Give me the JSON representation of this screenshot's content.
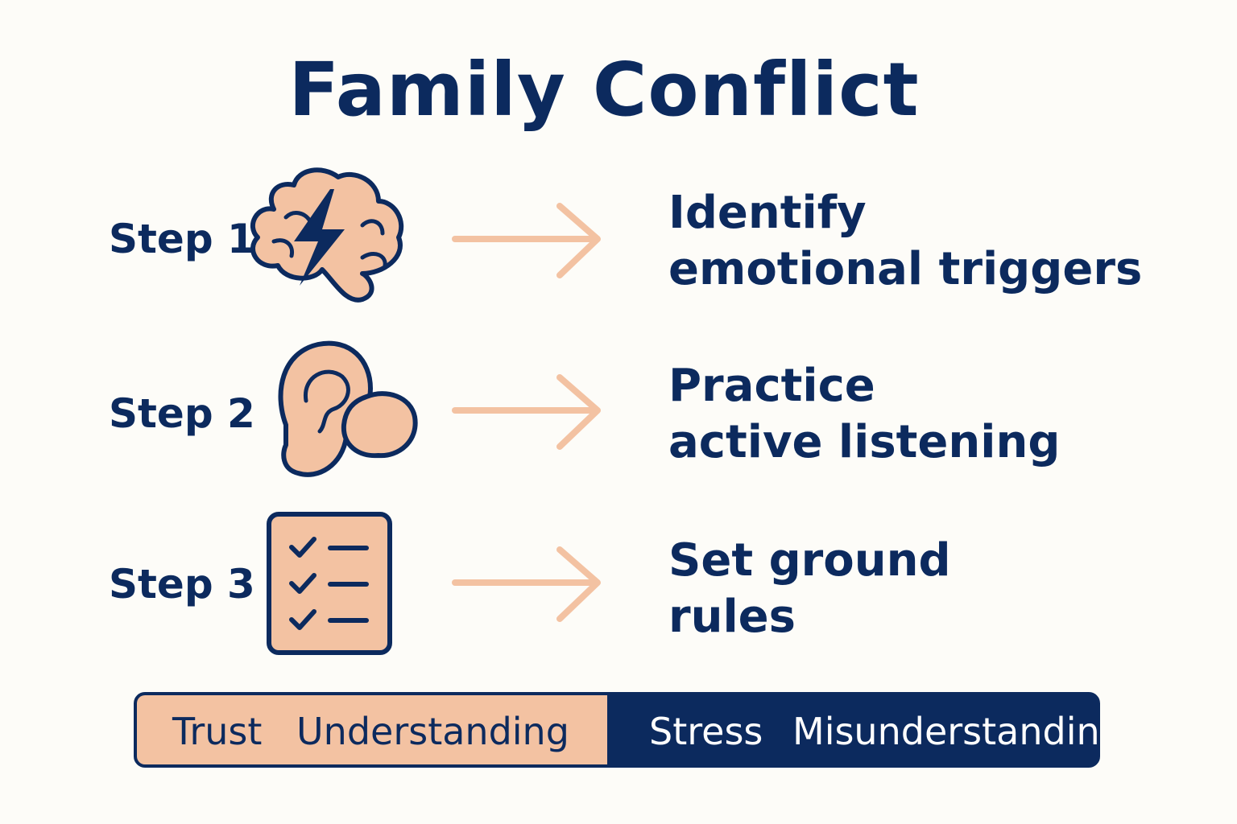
{
  "title": "Family Conflict",
  "colors": {
    "navy": "#0C2A5E",
    "peach": "#F3C2A2",
    "background": "#FDFCF8"
  },
  "steps": [
    {
      "label": "Step 1",
      "icon": "brain-lightning-icon",
      "line1": "Identify",
      "line2": "emotional triggers"
    },
    {
      "label": "Step 2",
      "icon": "ear-speech-icon",
      "line1": "Practice",
      "line2": "active listening"
    },
    {
      "label": "Step 3",
      "icon": "checklist-icon",
      "line1": "Set ground",
      "line2": "rules"
    }
  ],
  "bar": {
    "positive": [
      "Trust",
      "Understanding"
    ],
    "negative": [
      "Stress",
      "Misunderstanding"
    ]
  }
}
